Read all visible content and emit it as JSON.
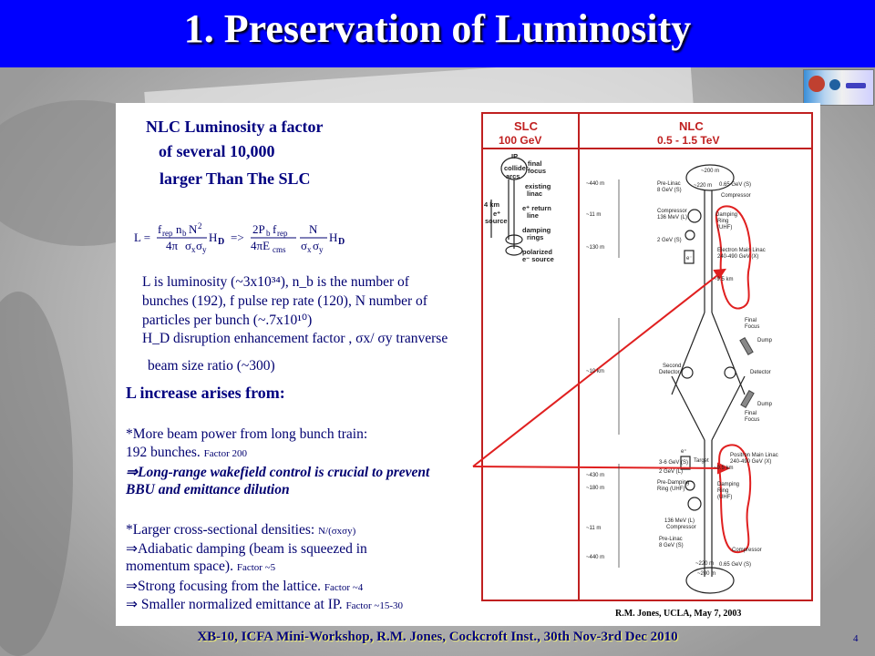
{
  "slide": {
    "title": "1. Preservation of Luminosity",
    "page_number": "4",
    "footer": "XB-10, ICFA Mini-Workshop, R.M. Jones, Cockcroft Inst., 30th Nov-3rd Dec 2010"
  },
  "left": {
    "heading1": "NLC Luminosity a factor",
    "heading2": "of several 10,000",
    "heading3": "larger Than The SLC",
    "formula_lhs": "L = f_rep n_b N² / 4π σxσy H_D => 2P_b f_rep / 4πE_cms · N / σxσy H_D",
    "desc1": "L is luminosity (~3x10³⁴), n_b is the number of",
    "desc2": "bunches (192), f pulse rep rate (120),  N number of",
    "desc3": "particles per bunch (~.7x10¹⁰)",
    "desc4": "H_D disruption enhancement factor , σx/ σy tranverse",
    "desc5": "beam size ratio (~300)",
    "heading4": "L increase arises from:",
    "b1a": "*More beam power from long bunch train:",
    "b1b": "192 bunches.",
    "b1b_small": "Factor 200",
    "b2a": "⇒Long-range wakefield control is crucial to prevent",
    "b2b": "BBU and emittance dilution",
    "b3a": "*Larger cross-sectional densities:",
    "b3a_small": "N/(σxσy)",
    "b4a": "⇒Adiabatic damping (beam is squeezed in",
    "b4b": "momentum space).",
    "b4b_small": "Factor ~5",
    "b5": "⇒Strong focusing from the lattice.",
    "b5_small": "Factor ~4",
    "b6": "⇒ Smaller normalized emittance at IP.",
    "b6_small": "Factor ~15-30"
  },
  "diagram": {
    "slc_title": "SLC",
    "slc_energy": "100 GeV",
    "nlc_title": "NLC",
    "nlc_energy": "0.5 - 1.5 TeV",
    "slc_labels": [
      "IP",
      "collider",
      "arcs",
      "final",
      "focus",
      "existing",
      "linac",
      "e⁺ return",
      "line",
      "damping",
      "rings",
      "polarized",
      "e⁻ source",
      "4 km",
      "e⁺",
      "source"
    ],
    "nlc_labels": [
      "~200 m",
      "~220 m",
      "0.65 GeV (S)",
      "Compressor",
      "Pre-Linac",
      "8 GeV (S)",
      "Compressor",
      "136 MeV (L)",
      "Damping",
      "Ring",
      "(UHF)",
      "2 GeV (S)",
      "e⁻",
      "Electron Main Linac",
      "240-490 GeV (X)",
      "~9.5 km",
      "Final",
      "Focus",
      "Dump",
      "Second",
      "Detector",
      "Detector",
      "Dump",
      "Final",
      "Focus",
      "e⁺",
      "3-6 GeV (S)",
      "Target",
      "2 GeV (L)",
      "Positron Main Linac",
      "240-490 GeV (X)",
      "~9.5 km",
      "Pre-Damping",
      "Ring (UHF)",
      "Damping",
      "Ring",
      "(UHF)",
      "136 MeV (L)",
      "Compressor",
      "Pre-Linac",
      "8 GeV (S)",
      "Compressor",
      "~220 m",
      "~200 m",
      "0.65 GeV (S)"
    ],
    "distances": [
      "~440 m",
      "~11 m",
      "~130 m",
      "~10 km",
      "~430 m",
      "~180 m",
      "~11 m",
      "~440 m"
    ],
    "credit": "R.M. Jones, UCLA, May 7, 2003",
    "accent_red": "#e02020",
    "diagram_red": "#c02020"
  }
}
